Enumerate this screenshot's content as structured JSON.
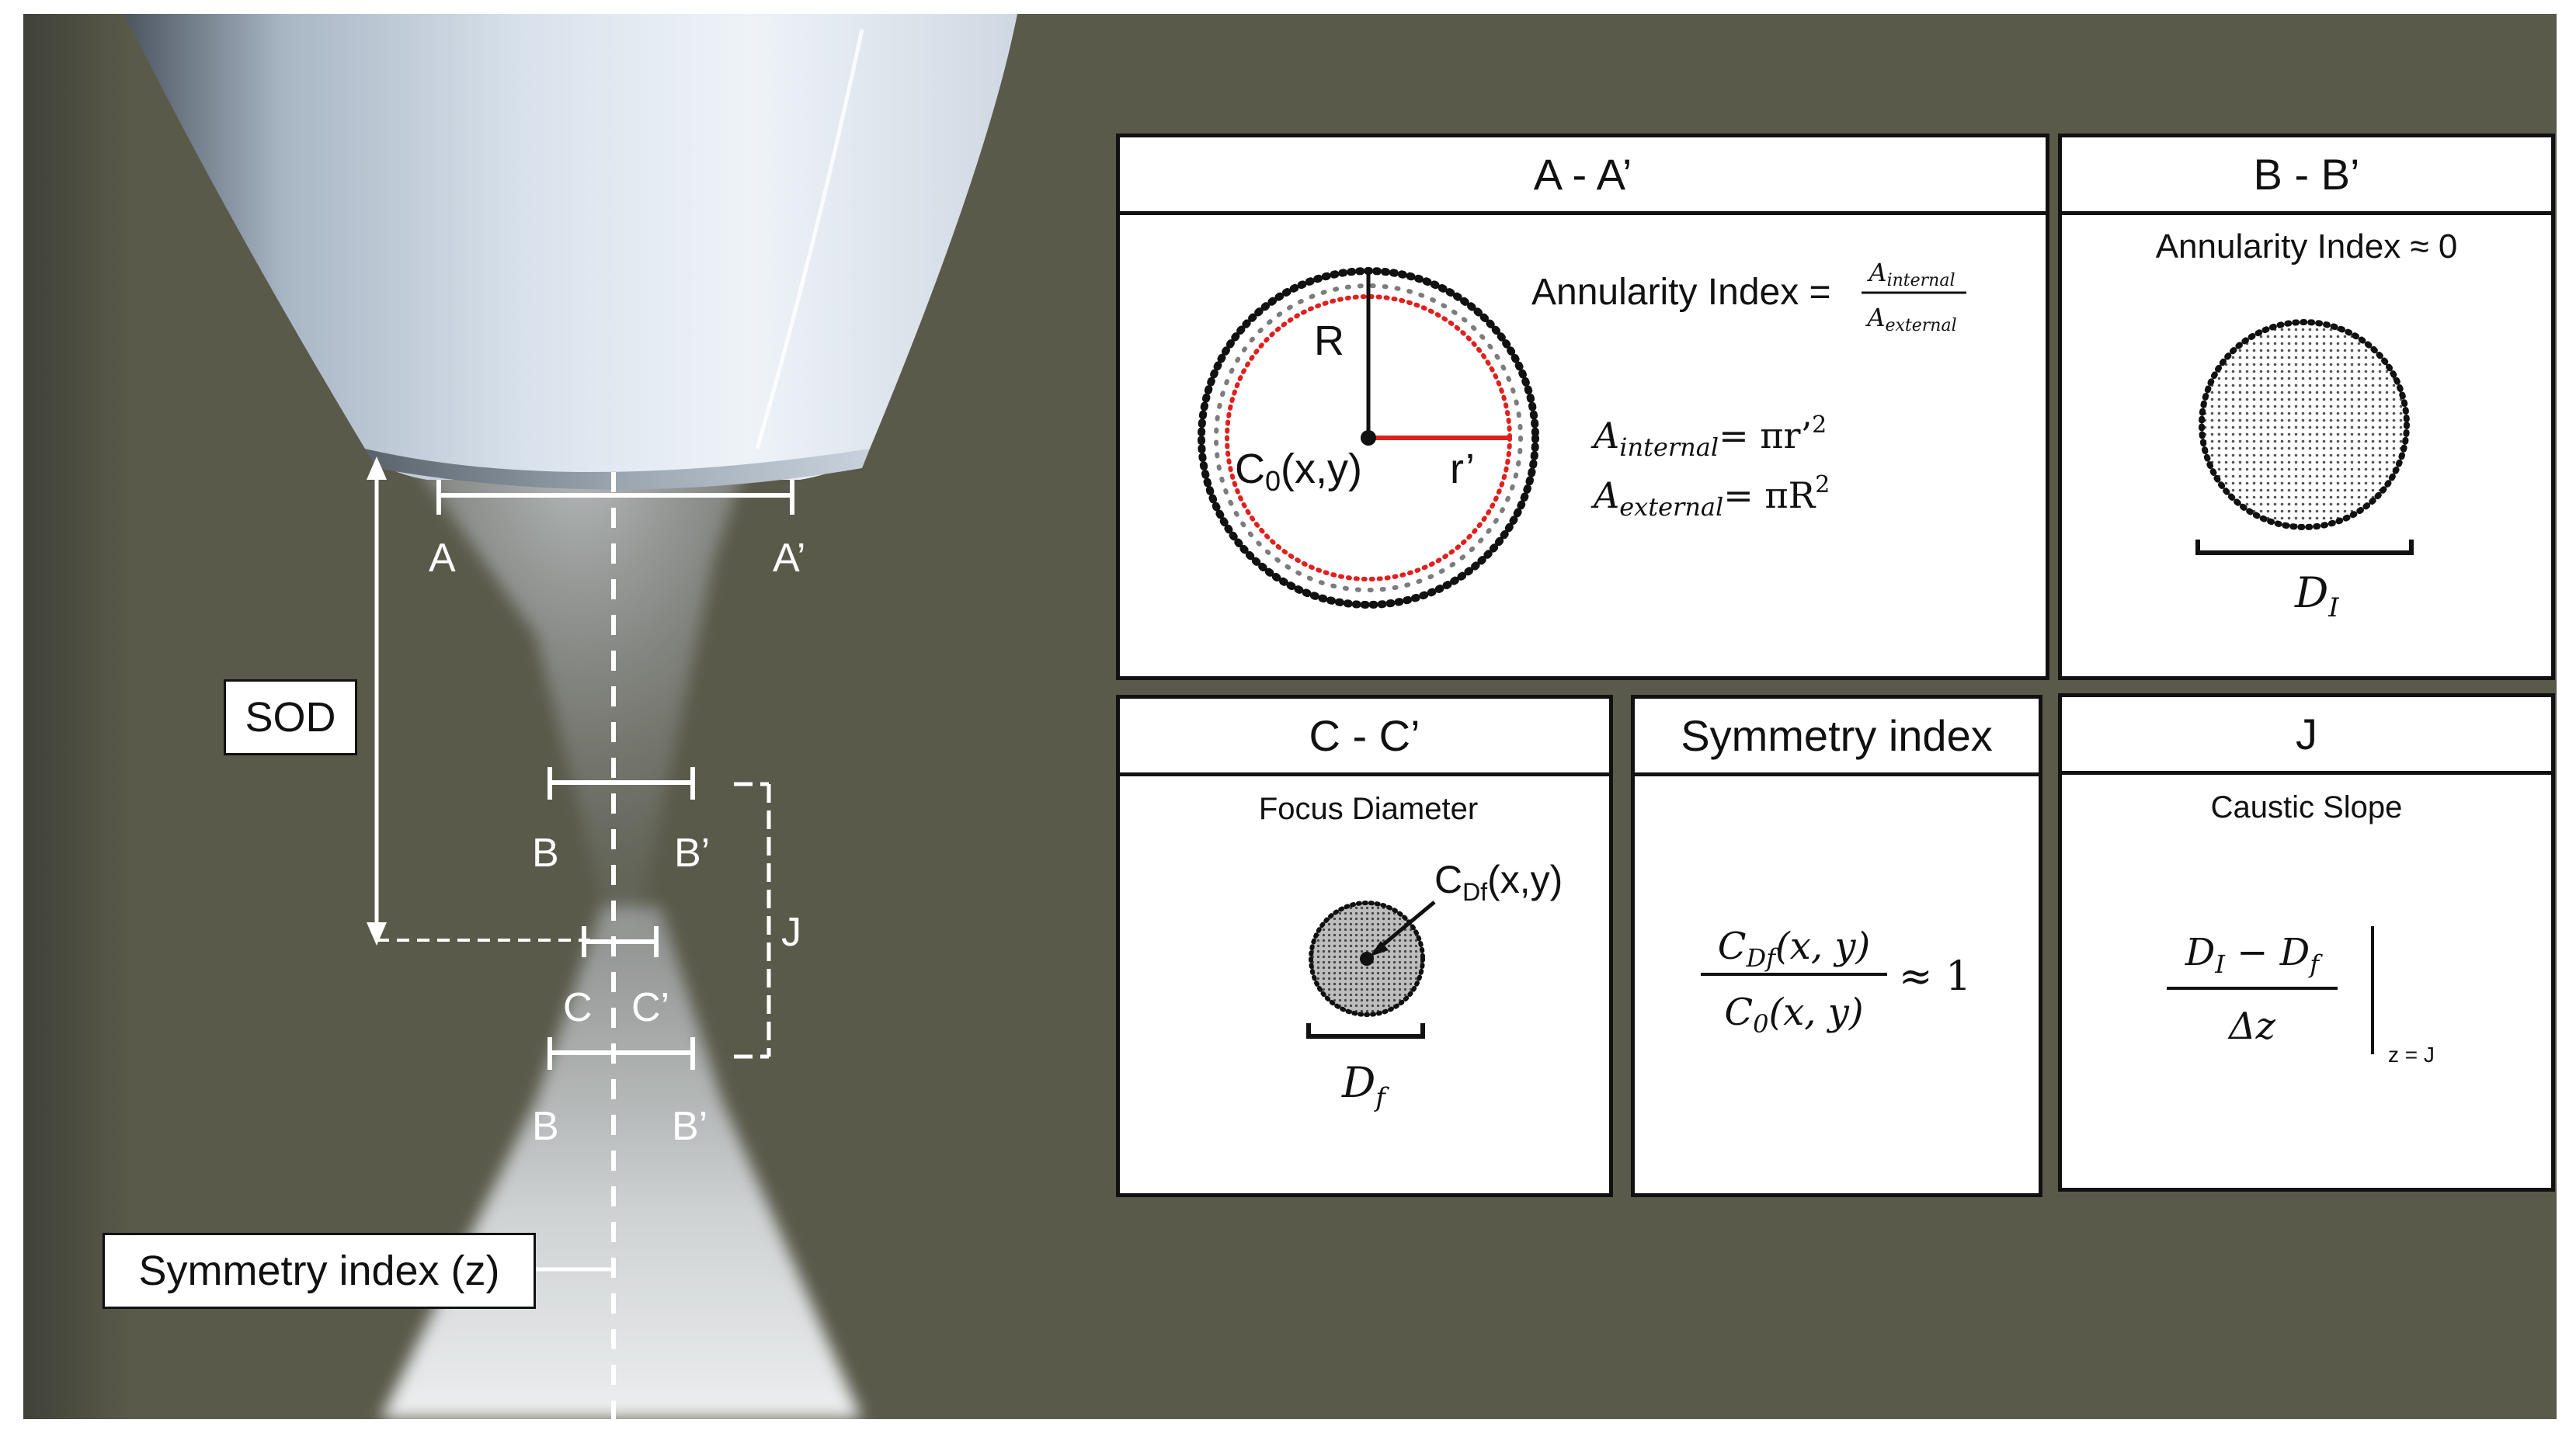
{
  "labels": {
    "sod": "SOD",
    "symmetry_z": "Symmetry index (z)",
    "a": "A",
    "a_prime": "A’",
    "b": "B",
    "b_prime": "B’",
    "c": "C",
    "c_prime": "C’",
    "b2": "B",
    "b2_prime": "B’",
    "j": "J"
  },
  "panels": {
    "aa": {
      "title": "A - A’",
      "annularity_label": "Annularity Index =",
      "numerator": "A",
      "numerator_sub": "internal",
      "denominator": "A",
      "denominator_sub": "external",
      "big_r": "R",
      "small_r": "r’",
      "center_main": "C",
      "center_sub": "0",
      "center_args": "(x,y)",
      "a_int": "A",
      "a_int_sub": "internal",
      "a_int_rhs": "= πr’",
      "a_int_exp": "2",
      "a_ext": "A",
      "a_ext_sub": "external",
      "a_ext_rhs": "= πR",
      "a_ext_exp": "2"
    },
    "bb": {
      "title": "B - B’",
      "annularity": "Annularity Index ≈ 0",
      "diam": "D",
      "diam_sub": "I"
    },
    "cc": {
      "title": "C - C’",
      "subtitle": "Focus Diameter",
      "center_main": "C",
      "center_sub": "Df",
      "center_args": "(x,y)",
      "diam": "D",
      "diam_sub": "f"
    },
    "sym": {
      "title": "Symmetry index",
      "num": "C",
      "num_sub": "Df",
      "num_args": "(x, y)",
      "den": "C",
      "den_sub": "0",
      "den_args": "(x, y)",
      "rhs": "≈ 1"
    },
    "j": {
      "title": "J",
      "subtitle": "Caustic Slope",
      "num_a": "D",
      "num_a_sub": "I",
      "num_minus": " − ",
      "num_b": "D",
      "num_b_sub": "f",
      "den": "Δz",
      "eval_at": "z = J"
    }
  },
  "colors": {
    "background": "#5a5a4b",
    "radius_red": "#e0201c",
    "ink": "#111111"
  }
}
